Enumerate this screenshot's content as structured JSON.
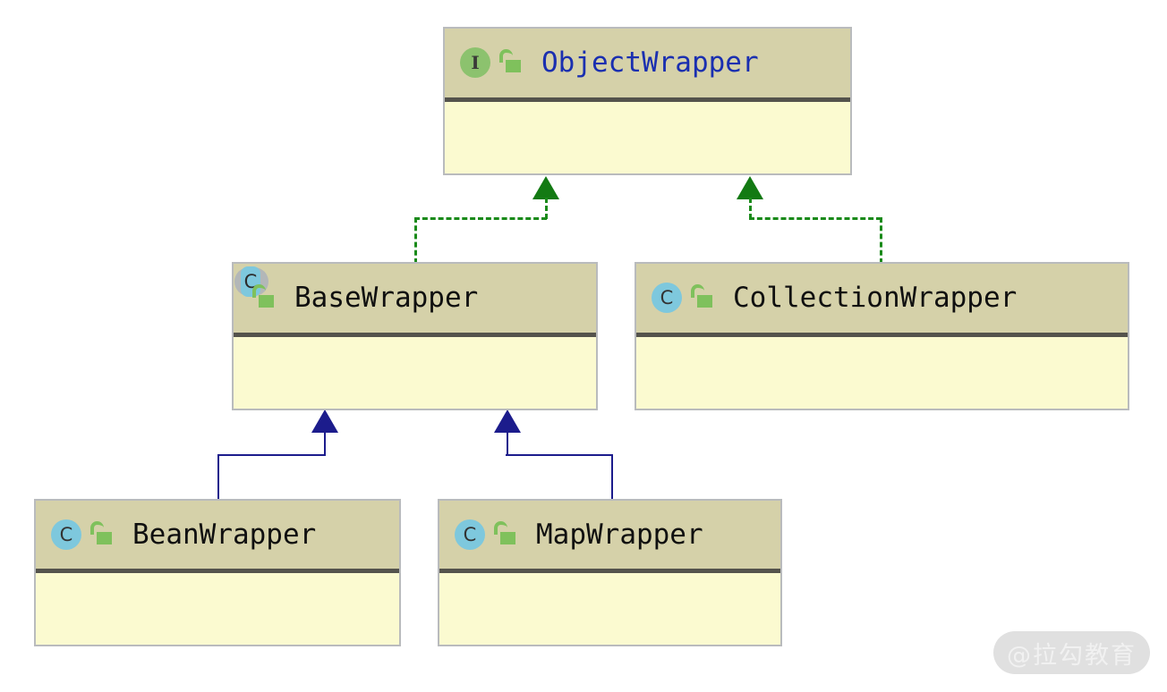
{
  "diagram": {
    "type": "uml-class-diagram",
    "background": "#ffffff",
    "classes": [
      {
        "id": "object-wrapper",
        "name": "ObjectWrapper",
        "stereotype": "interface",
        "stereotype_letter": "I",
        "visibility": "public",
        "visibility_icon": "open-padlock-icon",
        "name_color": "#1a2fb0",
        "header_color": "#d5d1a9",
        "body_color": "#fbfad0",
        "members": ""
      },
      {
        "id": "base-wrapper",
        "name": "BaseWrapper",
        "stereotype": "abstract-class",
        "stereotype_letter": "C",
        "visibility": "public",
        "visibility_icon": "open-padlock-icon",
        "name_color": "#101010",
        "header_color": "#d5d1a9",
        "body_color": "#fbfad0",
        "members": ""
      },
      {
        "id": "collection-wrapper",
        "name": "CollectionWrapper",
        "stereotype": "class",
        "stereotype_letter": "C",
        "visibility": "public",
        "visibility_icon": "open-padlock-icon",
        "name_color": "#101010",
        "header_color": "#d5d1a9",
        "body_color": "#fbfad0",
        "members": ""
      },
      {
        "id": "bean-wrapper",
        "name": "BeanWrapper",
        "stereotype": "class",
        "stereotype_letter": "C",
        "visibility": "public",
        "visibility_icon": "open-padlock-icon",
        "name_color": "#101010",
        "header_color": "#d5d1a9",
        "body_color": "#fbfad0",
        "members": ""
      },
      {
        "id": "map-wrapper",
        "name": "MapWrapper",
        "stereotype": "class",
        "stereotype_letter": "C",
        "visibility": "public",
        "visibility_icon": "open-padlock-icon",
        "name_color": "#101010",
        "header_color": "#d5d1a9",
        "body_color": "#fbfad0",
        "members": ""
      }
    ],
    "relationships": [
      {
        "id": "base-realizes-object",
        "from": "BaseWrapper",
        "to": "ObjectWrapper",
        "kind": "realization",
        "line_style": "dashed",
        "color": "#1a8a1a",
        "arrowhead": "filled-triangle"
      },
      {
        "id": "collection-realizes-object",
        "from": "CollectionWrapper",
        "to": "ObjectWrapper",
        "kind": "realization",
        "line_style": "dashed",
        "color": "#1a8a1a",
        "arrowhead": "filled-triangle"
      },
      {
        "id": "bean-extends-base",
        "from": "BeanWrapper",
        "to": "BaseWrapper",
        "kind": "generalization",
        "line_style": "solid",
        "color": "#1c1c8c",
        "arrowhead": "filled-triangle"
      },
      {
        "id": "map-extends-base",
        "from": "MapWrapper",
        "to": "BaseWrapper",
        "kind": "generalization",
        "line_style": "solid",
        "color": "#1c1c8c",
        "arrowhead": "filled-triangle"
      }
    ]
  },
  "watermark": {
    "text": "@拉勾教育",
    "background": "#e0e0e0",
    "text_color": "#f1f1f1"
  }
}
